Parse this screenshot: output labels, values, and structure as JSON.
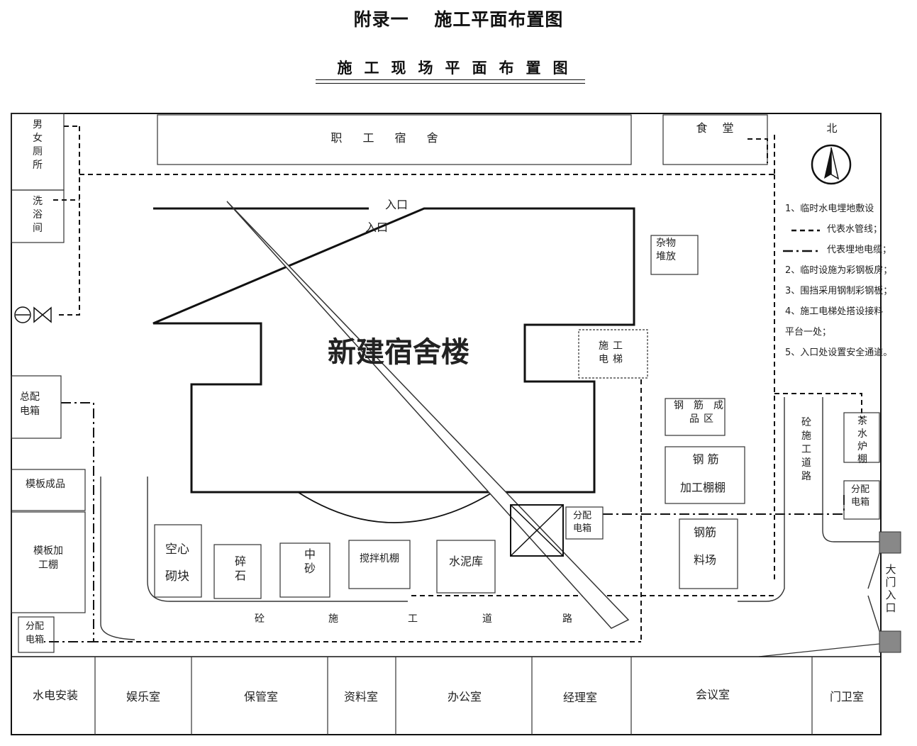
{
  "header": {
    "title": "附录一　 施工平面布置图",
    "subtitle": "施工现场平面布置图"
  },
  "top_buildings": {
    "toilet": "男女厕所",
    "shower": "洗浴间",
    "dormitory": "职 工 宿 舍",
    "canteen": "食 堂"
  },
  "compass": {
    "label": "北"
  },
  "main_building": {
    "label": "新建宿舍楼",
    "entrance_top": "入口",
    "entrance_inner": "入口"
  },
  "left_side": {
    "main_box": "总配电箱",
    "formwork_finished": "模板成品",
    "formwork_shed": "模板加工棚",
    "dist_box": "分配电箱"
  },
  "materials": {
    "hollow_block": "空心砌块",
    "gravel": "碎石",
    "sand": "中砂",
    "mixer_shed": "搅拌机棚",
    "cement": "水泥库",
    "dist_box_center": "分配电箱"
  },
  "right_side": {
    "sundries": "杂物堆放",
    "elevator": "施工电梯",
    "rebar_finished": "钢筋成品区",
    "rebar_shed_1": "钢 筋",
    "rebar_shed_2": "加工棚棚",
    "rebar_yard_1": "钢筋",
    "rebar_yard_2": "料场",
    "road_vertical": "砼施工道路",
    "boiler": "茶水炉棚",
    "dist_box_right": "分配电箱",
    "gate": "大门入口"
  },
  "bottom_road": [
    "砼",
    "施",
    "工",
    "道",
    "路"
  ],
  "legend": {
    "item1": "1、临时水电埋地敷设",
    "water": "代表水管线；",
    "cable": "代表埋地电缆；",
    "item2": "2、临时设施为彩钢板房；",
    "item3": "3、围挡采用钢制彩钢板；",
    "item4a": "4、施工电梯处搭设接料",
    "item4b": "平台一处；",
    "item5": "5、入口处设置安全通道。"
  },
  "bottom_rooms": [
    "水电安装",
    "娱乐室",
    "保管室",
    "资料室",
    "办公室",
    "经理室",
    "会议室",
    "门卫室"
  ]
}
